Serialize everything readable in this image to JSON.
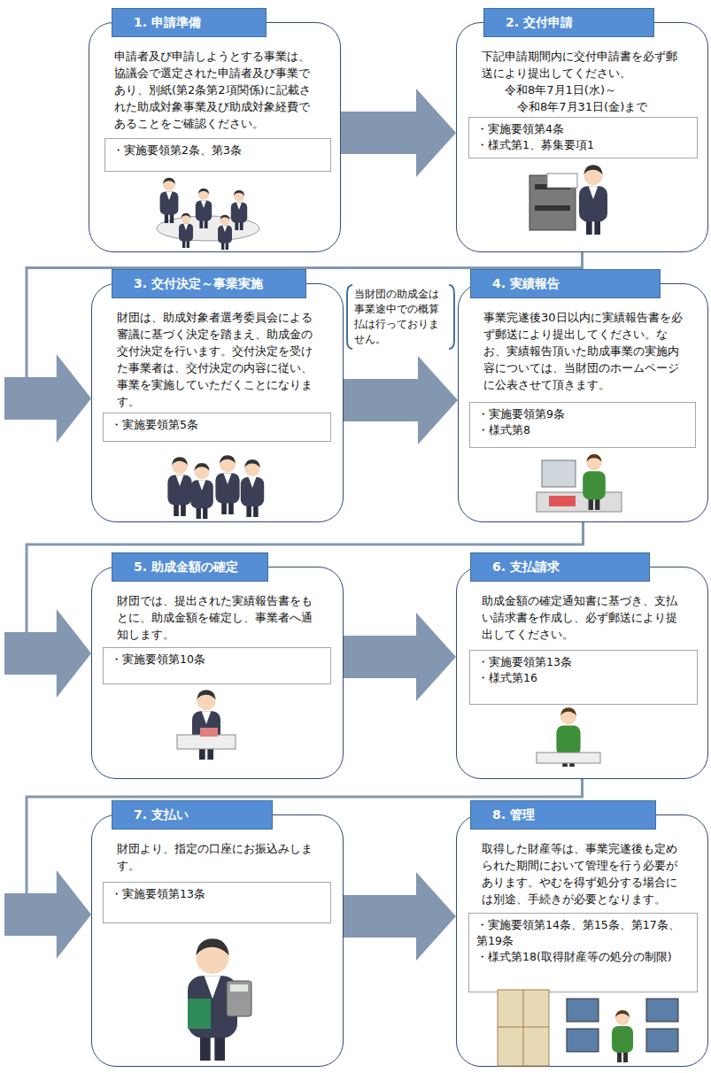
{
  "diagram": {
    "nodes": [
      {
        "text": [
          "1. 申請準備",
          "申請者及び申請しようとする事業は、協議会で選定された申請者及び事業であり、別紙(第2条第2項関係)に記載された助成対象事業及び助成対象経費であることをご確認ください。"
        ]
      },
      {
        "text": [
          "・実施要領第2条、第3条"
        ],
        "in": 0
      },
      {
        "text": [
          "2. 交付申請",
          "下記申請期間内に交付申請書を必ず郵送により提出してください。",
          "令和8年7月1日(水)～",
          "令和8年7月31日(金)まで"
        ]
      },
      {
        "text": [
          "・実施要領第4条",
          "・様式第1、募集要項1"
        ],
        "in": 2
      },
      {
        "text": [
          "3. 交付決定～事業実施",
          "財団は、助成対象者選考委員会による審議に基づく決定を踏まえ、助成金の交付決定を行います。交付決定を受けた事業者は、交付決定の内容に従い、事業を実施していただくことになります。"
        ]
      },
      {
        "text": [
          "・実施要領第5条"
        ],
        "in": 4
      },
      {
        "text": [
          "4. 実績報告",
          "事業完遂後30日以内に実績報告書を必ず郵送により提出してください。なお、実績報告頂いた助成事業の実施内容については、当財団のホームページに公表させて頂きます。"
        ]
      },
      {
        "text": [
          "・実施要領第9条",
          "・様式第8"
        ],
        "in": 6
      },
      {
        "text": [
          "5. 助成金額の確定",
          "財団では、提出された実績報告書をもとに、助成金額を確定し、事業者へ通知します。"
        ]
      },
      {
        "text": [
          "・実施要領第10条"
        ],
        "in": 8
      },
      {
        "text": [
          "6. 支払請求",
          "助成金額の確定通知書に基づき、支払い請求書を作成し、必ず郵送により提出してください。"
        ]
      },
      {
        "text": [
          "・実施要領第13条",
          "・様式第16"
        ],
        "in": 10
      },
      {
        "text": [
          "7. 支払い",
          "財団より、指定の口座にお振込みします。"
        ]
      },
      {
        "text": [
          "・実施要領第13条"
        ],
        "in": 12
      },
      {
        "text": [
          "8. 管理",
          "取得した財産等は、事業完遂後も定められた期間において管理を行う必要があります。やむを得ず処分する場合には別途、手続きが必要となります。"
        ]
      },
      {
        "text": [
          "・実施要領第14条、第15条、第17条、第19条",
          "・様式第18(取得財産等の処分の制限)"
        ],
        "in": 14
      }
    ],
    "edges": [
      {
        "from": 0,
        "to": 2,
        "arrow": "to"
      },
      {
        "from": 2,
        "to": 4,
        "arrow": "to"
      },
      {
        "from": 4,
        "to": 6,
        "label": "当財団の助成金は事業途中での概算払は行っておりません。",
        "arrow": "to"
      },
      {
        "from": 6,
        "to": 8,
        "arrow": "to"
      },
      {
        "from": 8,
        "to": 10,
        "arrow": "to"
      },
      {
        "from": 10,
        "to": 12,
        "arrow": "to"
      },
      {
        "from": 12,
        "to": 14,
        "arrow": "to"
      }
    ]
  }
}
